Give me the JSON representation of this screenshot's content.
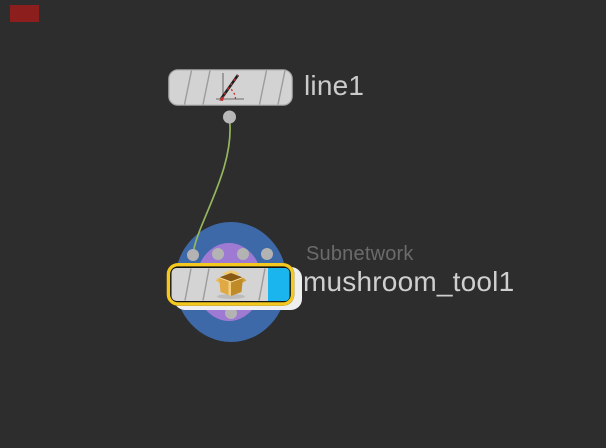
{
  "editor": {
    "type": "node-network-editor",
    "background_color": "#2d2d2d",
    "marker": {
      "name": "red-marker",
      "color": "#8d1e1e"
    }
  },
  "wire": {
    "from_node": "line1",
    "to_node": "mushroom_tool1",
    "color": "#93b65e"
  },
  "nodes": {
    "line1": {
      "label": "line1",
      "icon": "line-sop-icon",
      "body_color": "#d3d3d3",
      "output_count": 1,
      "label_color": "#cbcbcb"
    },
    "mushroom": {
      "label": "mushroom_tool1",
      "type_label": "Subnetwork",
      "icon": "subnet-box-icon",
      "body_color": "#d4d4d4",
      "selected": true,
      "selection_color": "#f4c81c",
      "display_flag_color": "#1ab4ee",
      "halo_outer_color": "#3e69a8",
      "halo_inner_color": "#9f7ad2",
      "input_count": 4,
      "output_count": 1,
      "label_color": "#cfcfcf",
      "type_label_color": "#6b6b6b"
    },
    "connector_color": "#b3b3b3"
  }
}
